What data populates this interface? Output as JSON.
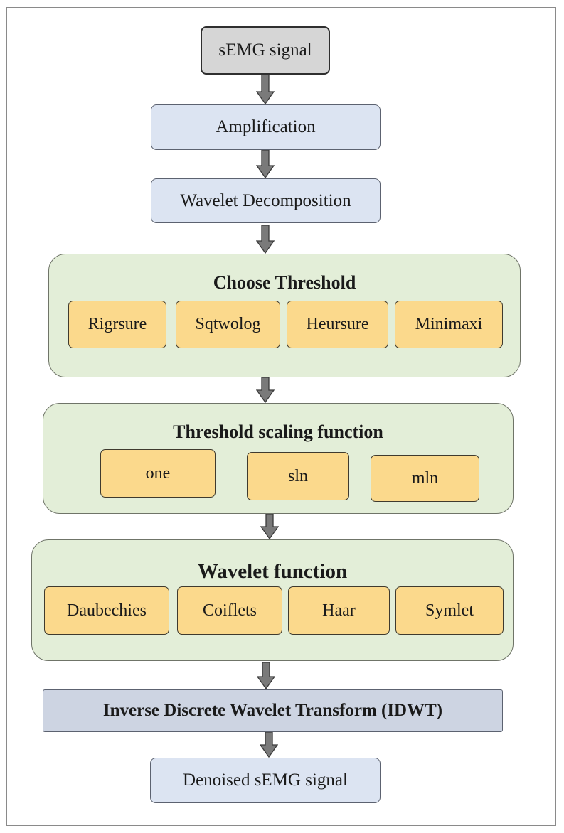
{
  "start": {
    "label": "sEMG signal"
  },
  "steps": {
    "amplification": "Amplification",
    "decomposition": "Wavelet Decomposition",
    "idwt": "Inverse Discrete Wavelet Transform (IDWT)",
    "output": "Denoised sEMG signal"
  },
  "threshold": {
    "title": "Choose Threshold",
    "options": [
      "Rigrsure",
      "Sqtwolog",
      "Heursure",
      "Minimaxi"
    ]
  },
  "scaling": {
    "title": "Threshold scaling function",
    "options": [
      "one",
      "sln",
      "mln"
    ]
  },
  "wavelet": {
    "title": "Wavelet function",
    "options": [
      "Daubechies",
      "Coiflets",
      "Haar",
      "Symlet"
    ]
  },
  "colors": {
    "start_fill": "#d6d6d6",
    "step_fill": "#dce4f2",
    "group_fill": "#e3eed8",
    "option_fill": "#fbd98c",
    "arrow_fill": "#7a7a7a"
  }
}
